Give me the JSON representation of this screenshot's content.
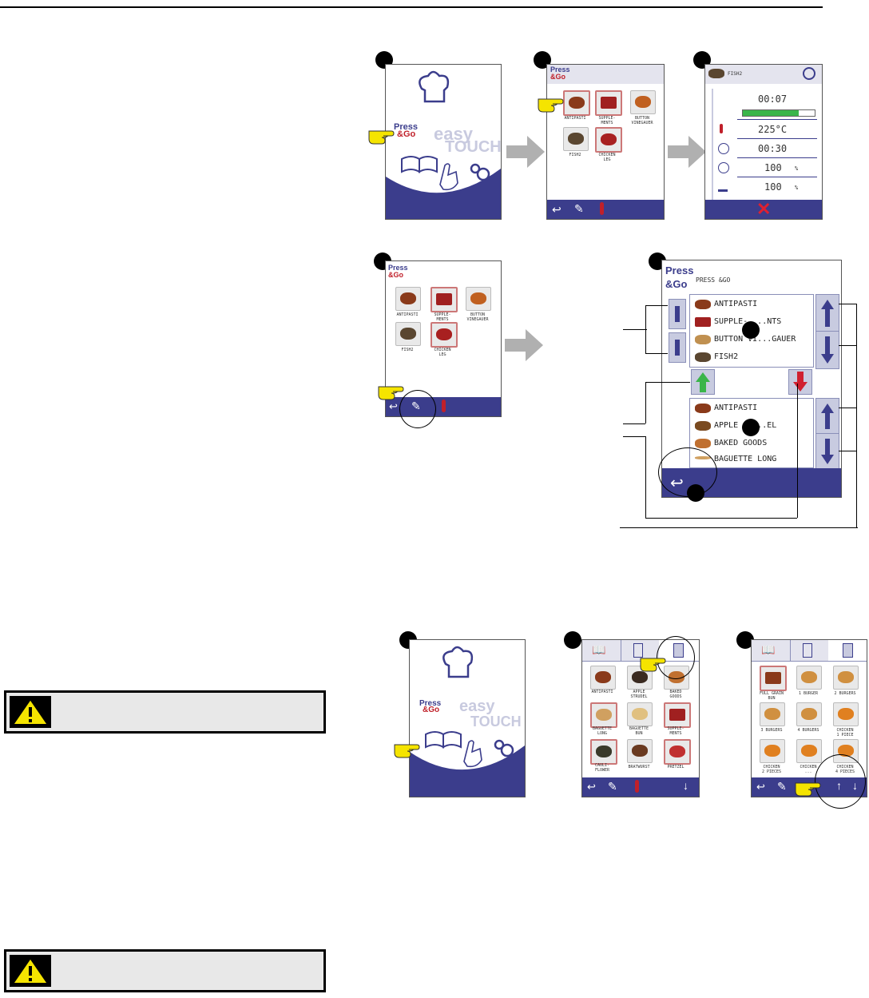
{
  "screens": {
    "a": {
      "brand_press": "Press",
      "brand_go": "&Go",
      "easy": "easy",
      "touch": "TOUCH"
    },
    "b": {
      "brand_press": "Press",
      "brand_go": "&Go",
      "tiles": [
        {
          "label": "ANTIPASTI"
        },
        {
          "label": "SUPPLE-\nMENTS"
        },
        {
          "label": "BUTTON\nVINEGAUER"
        },
        {
          "label": "FISH2"
        },
        {
          "label": "CHICKEN\nLEG"
        }
      ]
    },
    "c": {
      "title": "FISH2",
      "time": "00:07",
      "progress": 0.78,
      "temp": "225°C",
      "timer": "00:30",
      "fan": "100",
      "fan_unit": "%",
      "humidity": "100",
      "humidity_unit": "%"
    },
    "d": {
      "brand_press": "Press",
      "brand_go": "&Go",
      "tiles": [
        {
          "label": "ANTIPASTI"
        },
        {
          "label": "SUPPLE-\nMENTS"
        },
        {
          "label": "BUTTON\nVINEGAUER"
        },
        {
          "label": "FISH2"
        },
        {
          "label": "CHICKEN\nLEG"
        }
      ]
    },
    "e": {
      "brand_press": "Press",
      "brand_go": "&Go",
      "title": "PRESS &GO",
      "upper_list": [
        "ANTIPASTI",
        "SUPPLE- ...NTS",
        "BUTTON VI...GAUER",
        "FISH2"
      ],
      "lower_list": [
        "ANTIPASTI",
        "APPLE ST...EL",
        "BAKED GOODS",
        "BAGUETTE LONG"
      ]
    },
    "f": {
      "brand_press": "Press",
      "brand_go": "&Go",
      "easy": "easy",
      "touch": "TOUCH"
    },
    "g": {
      "tiles": [
        {
          "label": "ANTIPASTI"
        },
        {
          "label": "APPLE\nSTRUDEL"
        },
        {
          "label": "BAKED\nGOODS"
        },
        {
          "label": "BAGUETTE\nLONG"
        },
        {
          "label": "BAGUETTE\nBUN"
        },
        {
          "label": "SUPPLE-\nMENTS"
        },
        {
          "label": "CAULI-\nFLOWER"
        },
        {
          "label": "BRATWURST"
        },
        {
          "label": "PRETZEL"
        }
      ]
    },
    "h": {
      "tiles": [
        {
          "label": "FULL GRAIN\nBUN"
        },
        {
          "label": "1 BURGER"
        },
        {
          "label": "2 BURGERS"
        },
        {
          "label": "3 BURGERS"
        },
        {
          "label": "4 BURGERS"
        },
        {
          "label": "CHICKEN\n1 PIECE"
        },
        {
          "label": "CHICKEN\n2 PIECES"
        },
        {
          "label": "CHICKEN\n..."
        },
        {
          "label": "CHICKEN\n4 PIECES"
        }
      ]
    }
  },
  "colors": {
    "accent": "#3b3d8c",
    "brand_red": "#c0202a",
    "green_arrow": "#3ab54a",
    "red_arrow": "#d02030",
    "gray_arrow": "#b0b0b0",
    "hand_yellow": "#f5e400"
  }
}
